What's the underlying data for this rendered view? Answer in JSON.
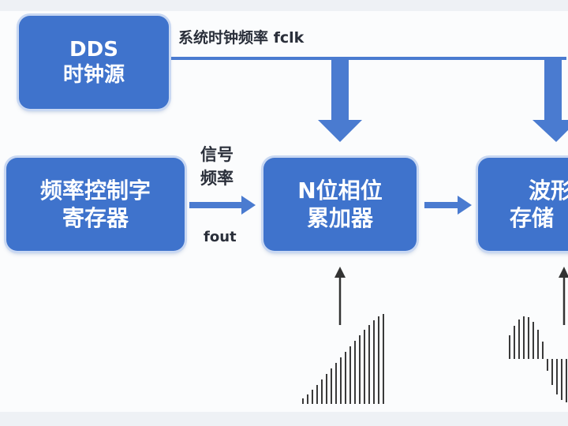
{
  "blocks": {
    "dds_clock": {
      "line1": "DDS",
      "line2": "时钟源"
    },
    "freq_register": {
      "line1": "频率控制字",
      "line2": "寄存器"
    },
    "accumulator": {
      "line1": "N位相位",
      "line2": "累加器"
    },
    "waveform_memory": {
      "line1": "波形",
      "line2": "存储"
    }
  },
  "labels": {
    "sys_clock": "系统时钟频率 fclk",
    "signal_freq_line1": "信号",
    "signal_freq_line2": "频率",
    "fout": "fout"
  },
  "colors": {
    "block_fill": "#3f73cc",
    "wire": "#4a7bd0",
    "text": "#2a2f3a"
  }
}
